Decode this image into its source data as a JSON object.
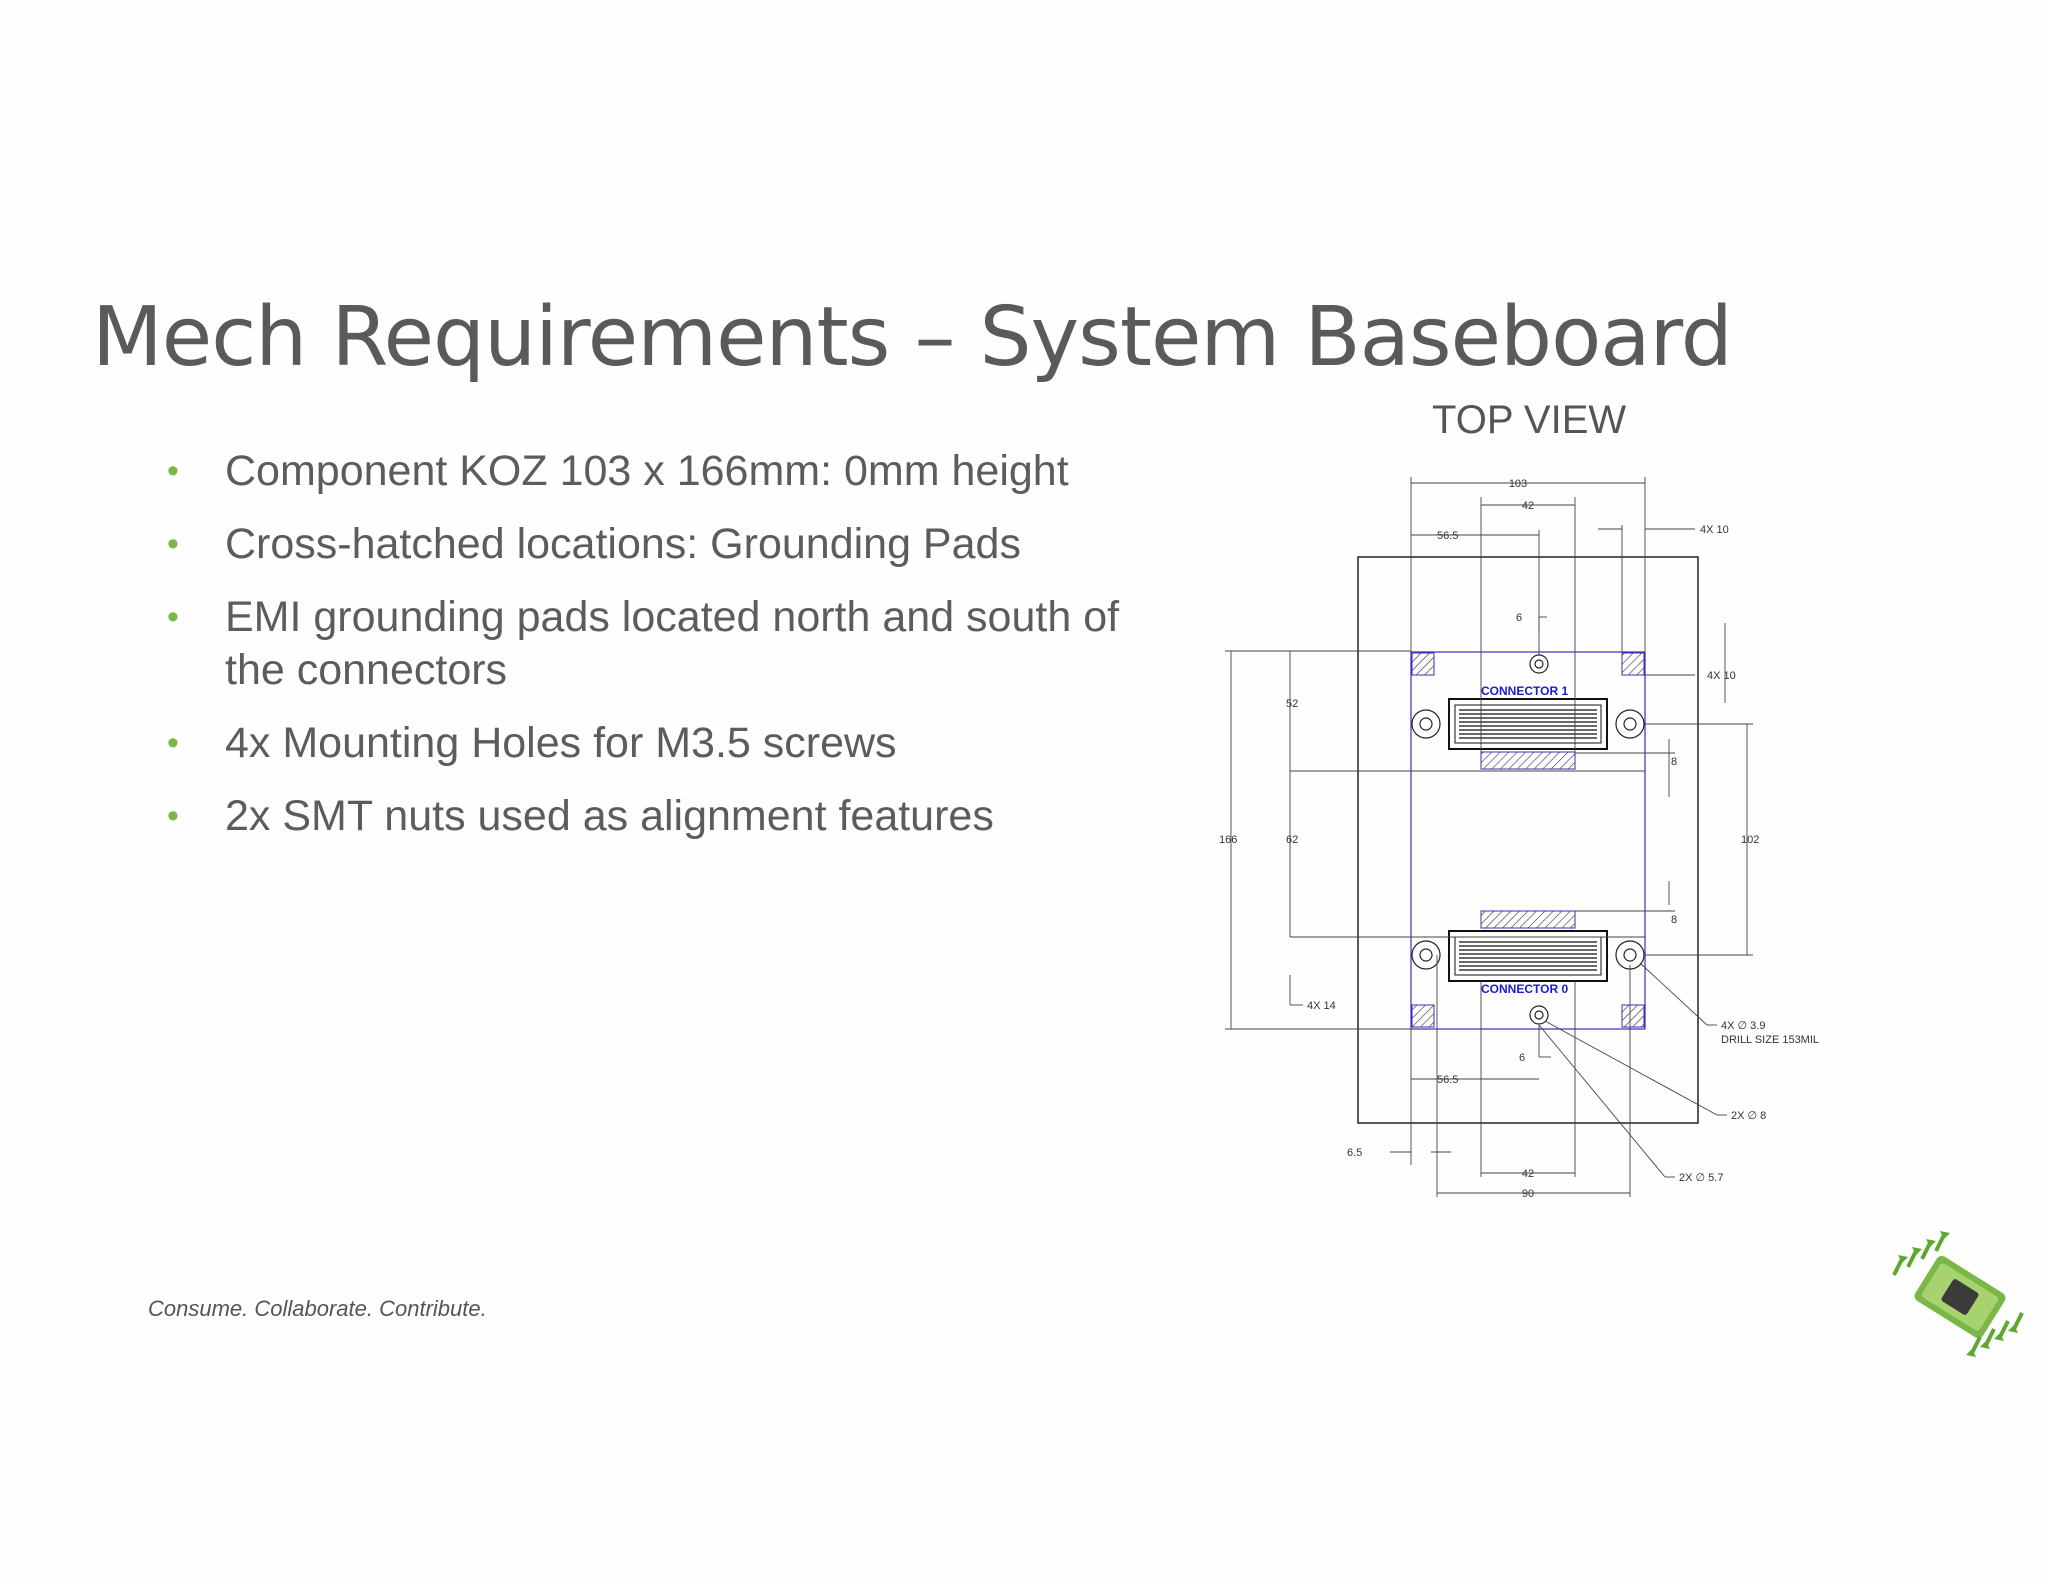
{
  "slide": {
    "title": "Mech Requirements – System Baseboard",
    "bullets": [
      "Component KOZ 103 x 166mm: 0mm height",
      "Cross-hatched locations: Grounding Pads",
      "EMI grounding pads located north and south of the connectors",
      "4x Mounting Holes for M3.5 screws",
      "2x SMT nuts used as alignment features"
    ],
    "bullet_symbol": "•",
    "tagline": "Consume. Collaborate. Contribute."
  },
  "drawing": {
    "view_label": "TOP VIEW",
    "connector_top": "CONNECTOR 1",
    "connector_bottom": "CONNECTOR 0",
    "dimensions": {
      "width_overall": "103",
      "connector_span_top": "42",
      "offset_top": "56.5",
      "pad_size_top": "4X 10",
      "nut_offset_top": "6",
      "pad_size_right": "4X 10",
      "hole_to_top": "52",
      "height_overall": "166",
      "between_holes_left": "62",
      "between_holes_right": "102",
      "gap_top": "8",
      "gap_bottom": "8",
      "pad_size_left": "4X 14",
      "hole_note_1": "4X ∅ 3.9",
      "hole_note_2": "DRILL SIZE 153MIL",
      "nut_offset_bottom": "6",
      "offset_bottom": "56.5",
      "diam_8": "2X ∅ 8",
      "edge_offset": "6.5",
      "connector_span_bottom": "42",
      "hole_span": "90",
      "diam_57": "2X ∅ 5.7"
    }
  },
  "colors": {
    "accent": "#7ab648",
    "title": "#5a5a5a",
    "outline": "#3a2fb8",
    "connector_label": "#1a1ad0"
  }
}
